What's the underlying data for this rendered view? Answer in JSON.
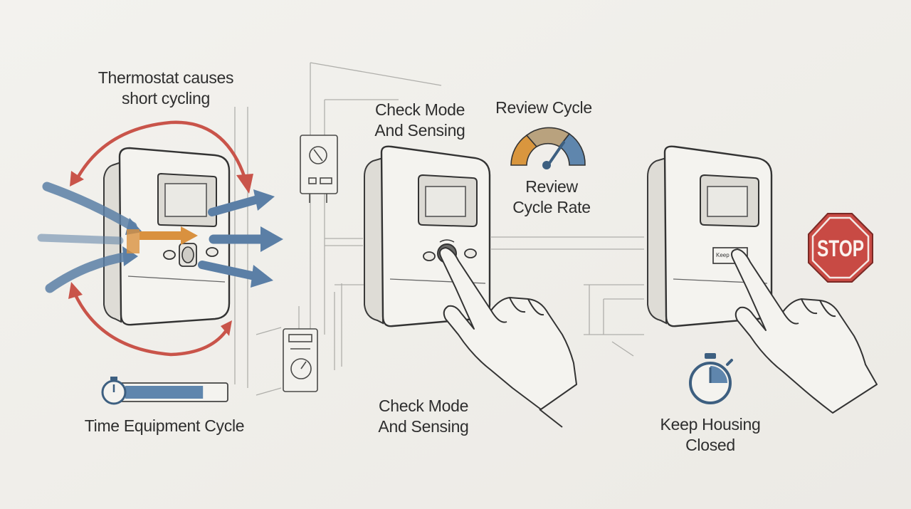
{
  "labels": {
    "cause_line1": "Thermostat causes",
    "cause_line2": "short cycling",
    "check_top_line1": "Check Mode",
    "check_top_line2": "And Sensing",
    "review_title": "Review Cycle",
    "review_sub_line1": "Review",
    "review_sub_line2": "Cycle Rate",
    "time_cycle": "Time Equipment Cycle",
    "check_bottom_line1": "Check Mode",
    "check_bottom_line2": "And Sensing",
    "keep_line1": "Keep Housing",
    "keep_line2": "Closed",
    "stop_sign": "STOP",
    "keep_tag": "Keep"
  },
  "icons": {
    "airflow": "airflow-arrow-icon",
    "cycle": "circular-arrow-icon",
    "gauge": "gauge-icon",
    "stopwatch": "stopwatch-icon",
    "stop": "stop-sign-icon",
    "hand": "pointing-hand-icon"
  },
  "colors": {
    "airflow_blue": "#5b7fa6",
    "cycle_red": "#c9544a",
    "heat_orange": "#d9913f",
    "gauge_orange": "#d9963e",
    "gauge_tan": "#b9a27e",
    "gauge_blue": "#5f86ad",
    "stop_red": "#c84a44",
    "stroke": "#3a3a3a"
  },
  "progress": {
    "timer_fill_fraction": 0.78
  }
}
